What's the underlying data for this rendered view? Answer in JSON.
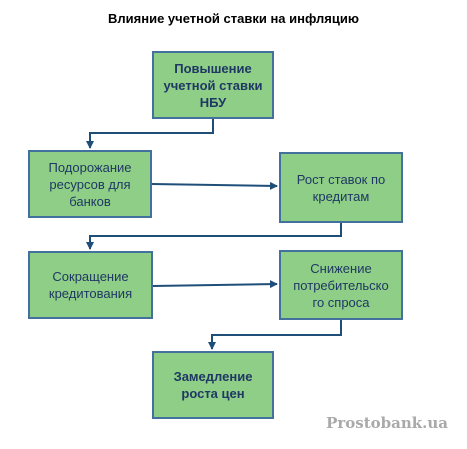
{
  "title": "Влияние учетной ставки на инфляцию",
  "watermark": "Prostobank.ua",
  "colors": {
    "node_fill": "#8fce86",
    "node_border": "#41719c",
    "node_text": "#1f3864",
    "arrow": "#1f4e79"
  },
  "nodes": {
    "rate_increase": "Повышение\nучетной ставки\nНБУ",
    "resource_cost": "Подорожание\nресурсов для\nбанков",
    "loan_rates": "Рост ставок по\nкредитам",
    "lending_cut": "Сокращение\nкредитования",
    "demand_drop": "Снижение\nпотребительско\nго спроса",
    "price_slowdown": "Замедление\nроста цен"
  }
}
